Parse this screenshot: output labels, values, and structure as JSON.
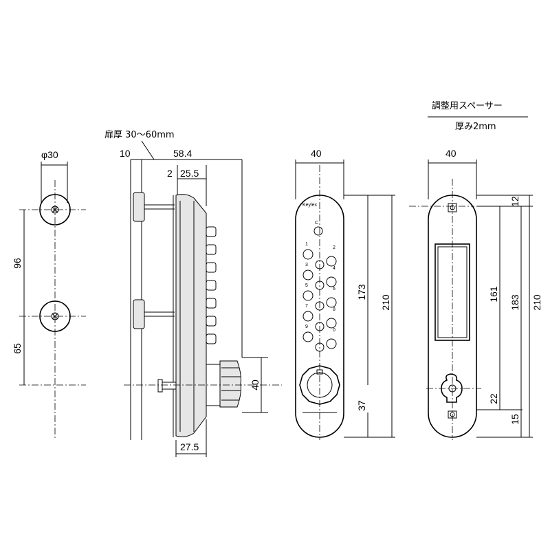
{
  "drawing": {
    "door_thickness_label": "扉厚 30～60mm",
    "spacer_title": "調整用スペーサー",
    "spacer_note": "厚み2mm",
    "brand_text": "Keylex",
    "dims": {
      "hole_dia": "φ30",
      "hole_spacing_upper": "96",
      "hole_spacing_lower": "65",
      "side_10": "10",
      "side_58_4": "58.4",
      "side_2": "2",
      "side_25_5": "25.5",
      "side_40": "40",
      "side_27_5": "27.5",
      "front_width": "40",
      "front_173": "173",
      "front_210": "210",
      "front_37": "37",
      "back_width": "40",
      "back_12": "12",
      "back_161": "161",
      "back_183": "183",
      "back_210": "210",
      "back_22": "22",
      "back_15": "15"
    },
    "keys_left": [
      "1",
      "3",
      "5",
      "7",
      "9"
    ],
    "keys_right": [
      "2",
      "4",
      "6",
      "8",
      "0"
    ]
  }
}
